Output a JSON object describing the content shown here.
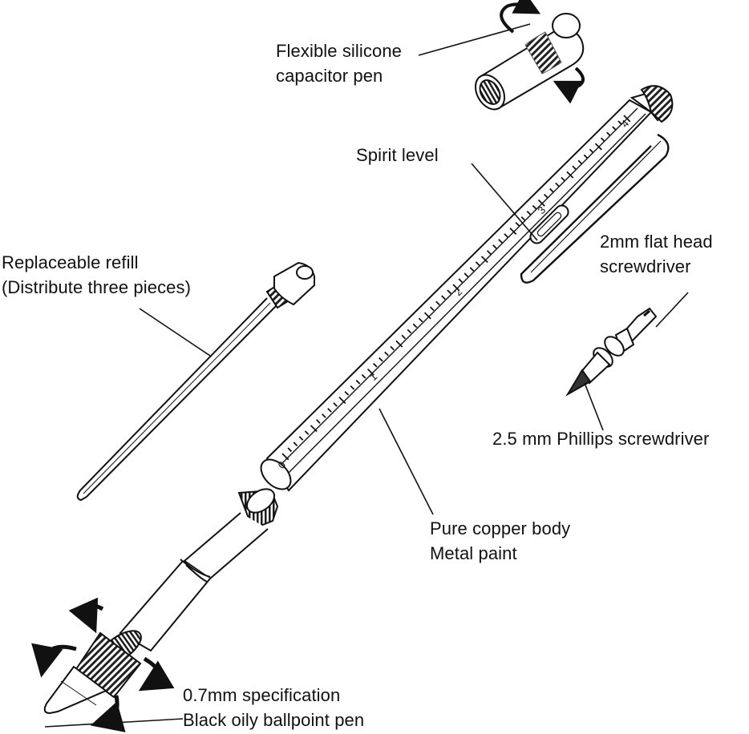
{
  "colors": {
    "ink": "#111111",
    "paper": "#ffffff",
    "grip": "#3a3a3a"
  },
  "labels": {
    "capacitor_pen": {
      "line1": "Flexible silicone",
      "line2": "capacitor pen"
    },
    "spirit_level": "Spirit level",
    "refill": {
      "line1": "Replaceable refill",
      "line2": "(Distribute three pieces)"
    },
    "flat_head": {
      "line1": "2mm flat head",
      "line2": "screwdriver"
    },
    "phillips": "2.5 mm Phillips screwdriver",
    "body": {
      "line1": "Pure copper body",
      "line2": "Metal paint"
    },
    "ballpoint": {
      "line1": "0.7mm specification",
      "line2": "Black oily ballpoint pen"
    }
  },
  "ruler": {
    "numbers": [
      "0",
      "1",
      "2",
      "3",
      "4"
    ]
  },
  "icons": [
    "rotate-arrow-icon"
  ]
}
